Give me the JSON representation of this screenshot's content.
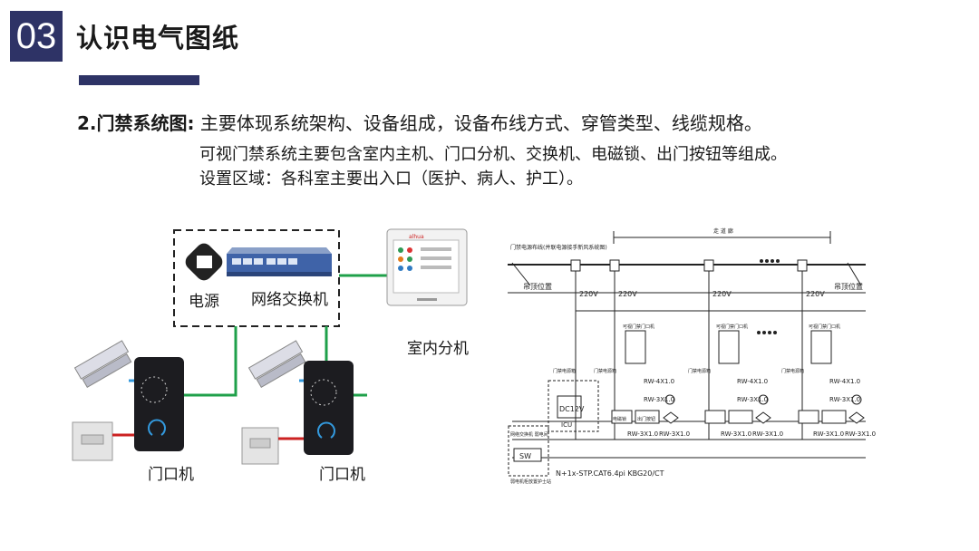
{
  "header": {
    "number": "03",
    "title": "认识电气图纸"
  },
  "content": {
    "heading_bold": "2.门禁系统图:",
    "heading_text": "主要体现系统架构、设备组成，设备布线方式、穿管类型、线缆规格。",
    "line2": "可视门禁系统主要包含室内主机、门口分机、交换机、电磁锁、出门按钮等组成。",
    "line3": "设置区域：各科室主要出入口（医护、病人、护工）。"
  },
  "left_diagram": {
    "power_label": "电源",
    "switch_label": "网络交换机",
    "indoor_label": "室内分机",
    "door1_label": "门口机",
    "door2_label": "门口机",
    "brand": "alhua",
    "colors": {
      "network": "#1fa04a",
      "signal": "#3399dd",
      "power": "#cc2222"
    }
  },
  "right_diagram": {
    "top_title": "门禁电源布线(并联电源接手新风系统图)",
    "span_label": "走 道 廊",
    "floor_left": "吊顶位置",
    "floor_right": "吊顶位置",
    "voltage": [
      "220V",
      "220V",
      "220V",
      "220V"
    ],
    "unit_labels": [
      "可视门禁门口机",
      "可视门禁门口机",
      "可视门禁门口机"
    ],
    "cables_a": [
      "RW-4X1.0",
      "RW-4X1.0",
      "RW-4X1.0"
    ],
    "cables_b": [
      "RW-3X1.0",
      "RW-3X1.0",
      "RW-3X1.0"
    ],
    "cables_c": [
      "RW-3X1.0",
      "RW-3X1.0",
      "RW-3X1.0"
    ],
    "cables_d": [
      "RW-3X1.0",
      "RW-3X1.0",
      "RW-3X1.0"
    ],
    "dc_label": "DC12V",
    "dc_sub": "ICU",
    "sw_label": "SW",
    "sw_box": "网络交换机 弱电间",
    "bottom_note": "弱电机柜放置护士站",
    "cable_spec": "N+1x-STP.CAT6.4pi KBG20/CT",
    "small_labels": [
      "门禁电源箱",
      "门禁电源箱",
      "门禁电源箱",
      "门禁电源箱"
    ],
    "lock_label": "电磁锁",
    "button_label": "出门按钮"
  }
}
